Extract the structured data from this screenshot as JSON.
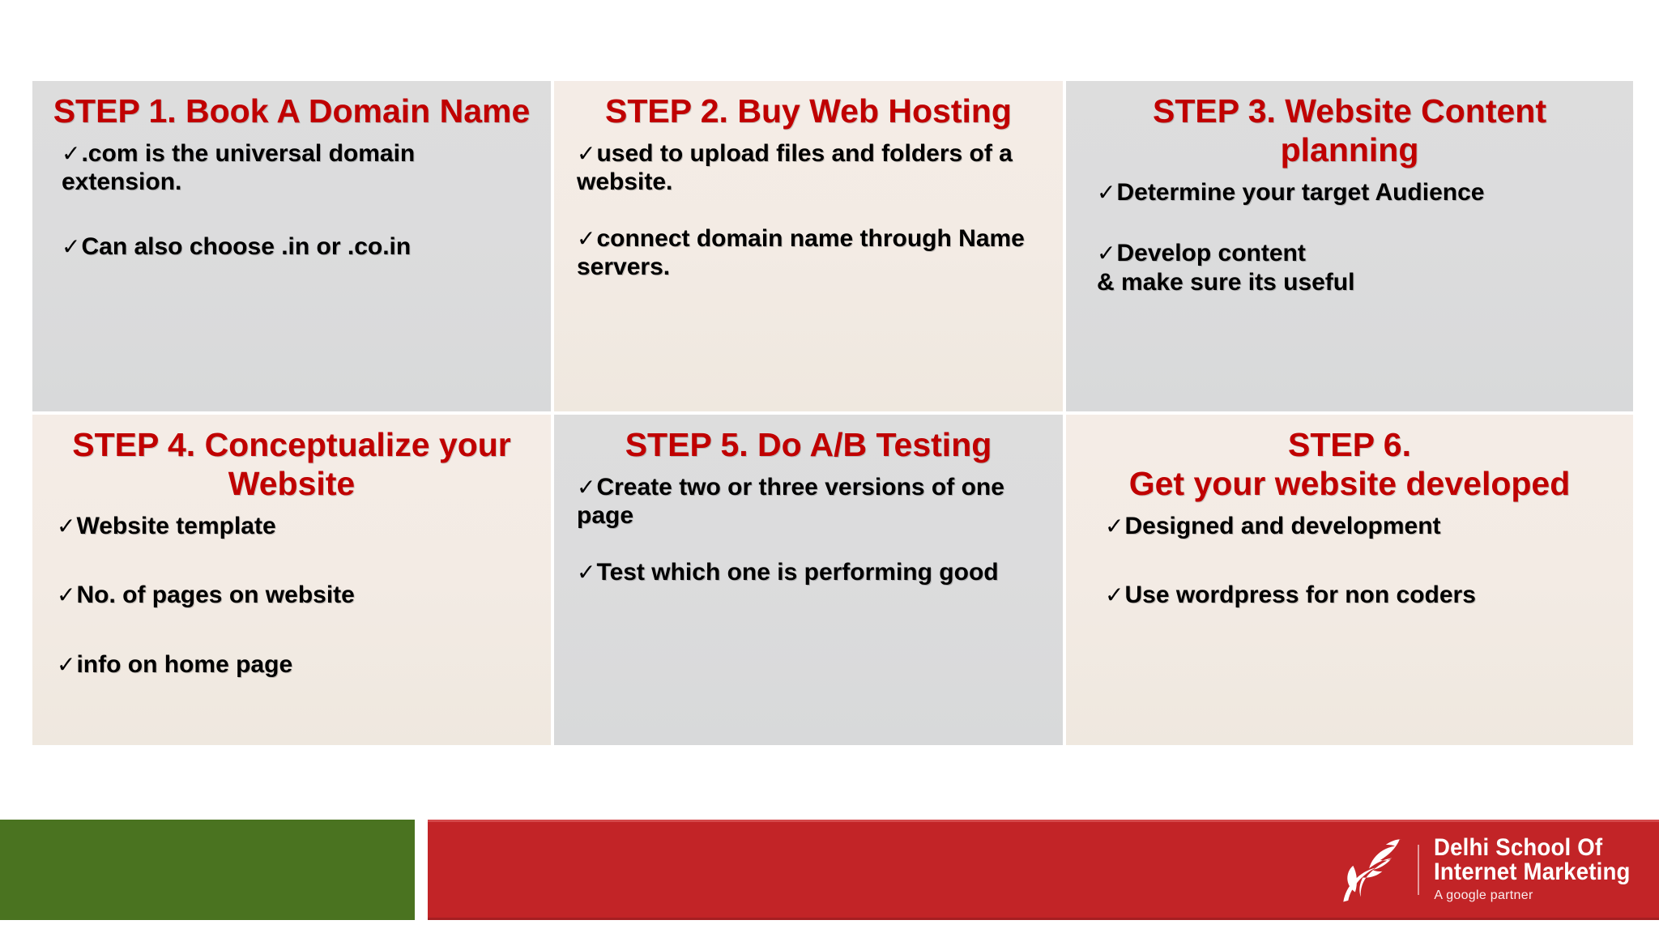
{
  "slide": {
    "background_color": "#ffffff",
    "accent_red": "#c00000",
    "footer_green": "#4a7320",
    "footer_red": "#c22427",
    "cell_grey": "#dcdcdd",
    "cell_cream": "#f3ebe4"
  },
  "steps": [
    {
      "id": "step-1",
      "title": "STEP 1. Book A Domain Name",
      "theme": "grey",
      "bullets": [
        ".com is the universal domain extension.",
        "Can also choose .in or .co.in"
      ]
    },
    {
      "id": "step-2",
      "title": "STEP 2. Buy Web Hosting",
      "theme": "cream",
      "bullets": [
        "used to upload files and folders of a website.",
        "connect domain name through Name  servers."
      ]
    },
    {
      "id": "step-3",
      "title": "STEP 3. Website Content planning",
      "theme": "grey",
      "bullets": [
        "Determine your target Audience",
        "Develop content\n& make sure its useful"
      ]
    },
    {
      "id": "step-4",
      "title": "STEP 4. Conceptualize your Website",
      "theme": "cream",
      "bullets": [
        "Website template",
        "No. of pages on website",
        "info on home page"
      ]
    },
    {
      "id": "step-5",
      "title": "STEP 5. Do A/B Testing",
      "theme": "grey",
      "bullets": [
        "Create two or three versions of one page",
        "Test which one is performing good"
      ]
    },
    {
      "id": "step-6",
      "title": "STEP 6.\nGet your website developed",
      "theme": "cream",
      "bullets": [
        "Designed and development",
        "Use wordpress for non coders"
      ]
    }
  ],
  "bullet_marker": "✓",
  "footer": {
    "logo": {
      "icon": "feather-quill-icon",
      "line1": "Delhi School Of",
      "line2": "Internet Marketing",
      "tagline": "A google partner"
    }
  }
}
